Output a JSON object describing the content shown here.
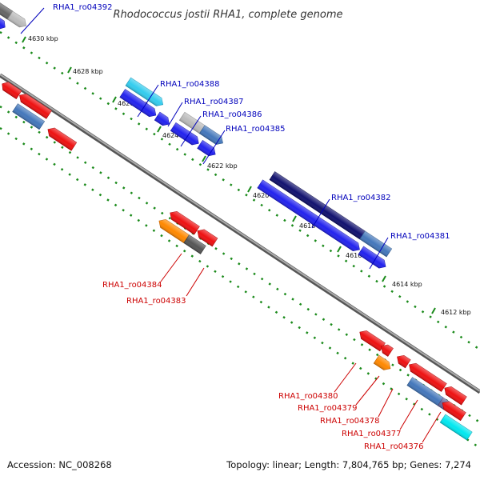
{
  "title": "Rhodococcus jostii RHA1, complete genome",
  "footer": {
    "accession": "Accession: NC_008268",
    "stats": "Topology: linear; Length: 7,804,765 bp; Genes: 7,274"
  },
  "colors": {
    "backbone": "#888888",
    "tick": "#1a8a1a",
    "forward_label": "#0000bb",
    "reverse_label": "#cc0000"
  },
  "scale_labels": [
    "4630 kbp",
    "4628 kbp",
    "4626 kbp",
    "4624 kbp",
    "4622 kbp",
    "4620 kbp",
    "4618 kbp",
    "4616 kbp",
    "4614 kbp",
    "4612 kbp"
  ],
  "gene_labels": {
    "forward": [
      "RHA1_ro04392",
      "RHA1_ro04388",
      "RHA1_ro04387",
      "RHA1_ro04386",
      "RHA1_ro04385",
      "RHA1_ro04382",
      "RHA1_ro04381"
    ],
    "reverse": [
      "RHA1_ro04384",
      "RHA1_ro04383",
      "RHA1_ro04380",
      "RHA1_ro04379",
      "RHA1_ro04378",
      "RHA1_ro04377",
      "RHA1_ro04376"
    ]
  }
}
